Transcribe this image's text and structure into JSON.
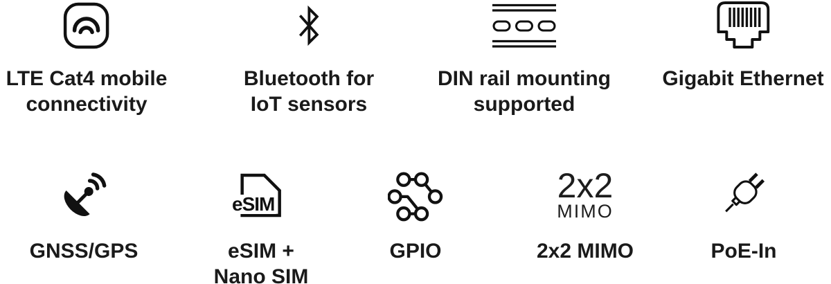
{
  "page": {
    "background": "#ffffff",
    "text_color": "#1a1a1a",
    "icon_color": "#111111"
  },
  "features": {
    "row1": [
      {
        "icon": "mobile-signal-icon",
        "line1": "LTE Cat4 mobile",
        "line2": "connectivity"
      },
      {
        "icon": "bluetooth-icon",
        "line1": "Bluetooth for",
        "line2": "IoT sensors"
      },
      {
        "icon": "din-rail-icon",
        "line1": "DIN rail mounting",
        "line2": "supported"
      },
      {
        "icon": "ethernet-port-icon",
        "line1": "Gigabit Ethernet"
      }
    ],
    "row2": [
      {
        "icon": "satellite-dish-icon",
        "line1": "GNSS/GPS"
      },
      {
        "icon": "sim-card-icon",
        "icon_text": "eSIM",
        "line1": "eSIM +",
        "line2": "Nano SIM"
      },
      {
        "icon": "gpio-nodes-icon",
        "line1": "GPIO"
      },
      {
        "icon": "mimo-badge",
        "icon_text_large": "2x2",
        "icon_text_small": "MIMO",
        "line1": "2x2 MIMO"
      },
      {
        "icon": "power-plug-icon",
        "line1": "PoE-In"
      }
    ]
  }
}
